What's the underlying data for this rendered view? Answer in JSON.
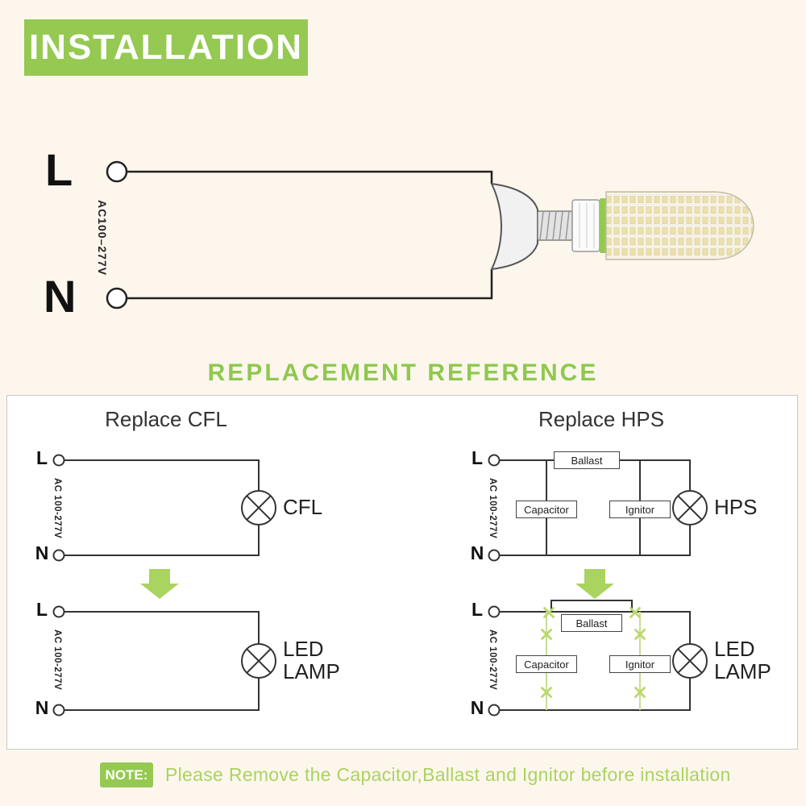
{
  "colors": {
    "accent_green": "#95c952",
    "light_green": "#a9d45f",
    "pale_green_x": "#b9d86b",
    "background": "#fdf6ed",
    "wire": "#333333"
  },
  "banner": {
    "title": "INSTALLATION"
  },
  "main_diagram": {
    "live_label": "L",
    "neutral_label": "N",
    "voltage": "AC100–277V"
  },
  "reference": {
    "heading": "REPLACEMENT REFERENCE",
    "cfl_title": "Replace CFL",
    "hps_title": "Replace HPS",
    "cfl_before": {
      "live": "L",
      "neutral": "N",
      "voltage": "AC 100-277V",
      "lamp": "CFL"
    },
    "cfl_after": {
      "live": "L",
      "neutral": "N",
      "voltage": "AC 100-277V",
      "lamp": "LED\nLAMP"
    },
    "hps_before": {
      "live": "L",
      "neutral": "N",
      "voltage": "AC 100-277V",
      "ballast": "Ballast",
      "capacitor": "Capacitor",
      "ignitor": "Ignitor",
      "lamp": "HPS"
    },
    "hps_after": {
      "live": "L",
      "neutral": "N",
      "voltage": "AC 100-277V",
      "ballast": "Ballast",
      "capacitor": "Capacitor",
      "ignitor": "Ignitor",
      "lamp": "LED\nLAMP"
    }
  },
  "note": {
    "label": "NOTE:",
    "text": "Please Remove the Capacitor,Ballast and Ignitor before installation"
  }
}
